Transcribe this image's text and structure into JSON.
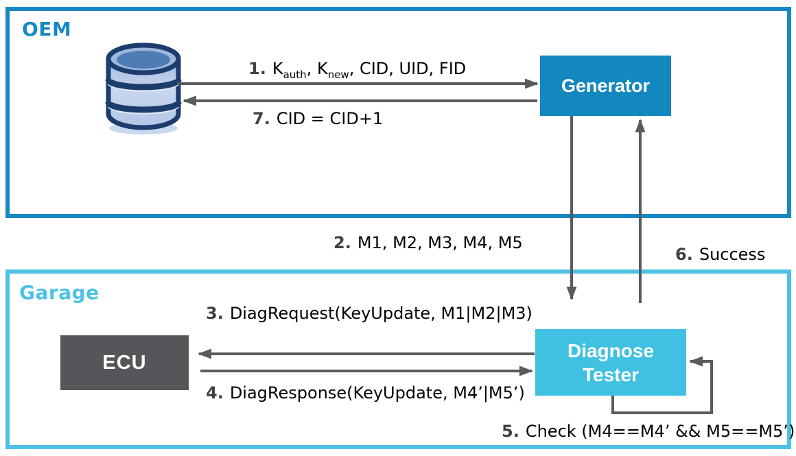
{
  "colors": {
    "oem_blue": "#1788c4",
    "garage_cyan": "#4ec2e5",
    "generator_fill": "#1287c0",
    "tester_fill": "#40c1e2",
    "ecu_fill": "#545659",
    "arrow_gray": "#595b5d",
    "number_gray": "#3f4142",
    "database_navy": "#1d3c6e"
  },
  "oem": {
    "title": "OEM",
    "generator_label": "Generator"
  },
  "garage": {
    "title": "Garage",
    "ecu_label": "ECU",
    "tester_line1": "Diagnose",
    "tester_line2": "Tester"
  },
  "icons": {
    "database": "database-icon"
  },
  "messages": {
    "m1": {
      "num": "1.",
      "k1": "K",
      "k1_sub": "auth",
      "sep": ", ",
      "k2": "K",
      "k2_sub": "new",
      "rest": ", CID, UID, FID"
    },
    "m2": {
      "num": "2.",
      "text": "M1, M2, M3, M4, M5"
    },
    "m3": {
      "num": "3.",
      "text": "DiagRequest(KeyUpdate, M1|M2|M3)"
    },
    "m4": {
      "num": "4.",
      "text": "DiagResponse(KeyUpdate, M4’|M5’)"
    },
    "m5": {
      "num": "5.",
      "text": "Check (M4==M4’ && M5==M5’)"
    },
    "m6": {
      "num": "6.",
      "text": "Success"
    },
    "m7": {
      "num": "7.",
      "text": "CID = CID+1"
    }
  }
}
